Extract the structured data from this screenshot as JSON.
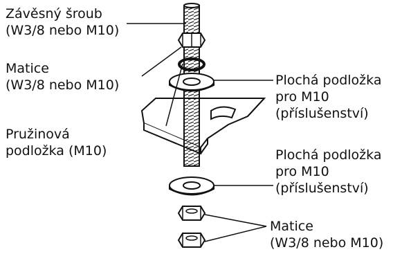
{
  "labels": {
    "hanger_bolt": {
      "line1": "Závěsný šroub",
      "line2": "(W3/8 nebo M10)"
    },
    "nut_top": {
      "line1": "Matice",
      "line2": "(W3/8 nebo M10)"
    },
    "spring_washer": {
      "line1": "Pružinová",
      "line2": "podložka (M10)"
    },
    "flat_washer_top": {
      "line1": "Plochá podložka",
      "line2": "pro M10",
      "line3": "(příslušenství)"
    },
    "flat_washer_bottom": {
      "line1": "Plochá podložka",
      "line2": "pro M10",
      "line3": "(příslušenství)"
    },
    "nuts_bottom": {
      "line1": "Matice",
      "line2": "(W3/8 nebo M10)"
    }
  }
}
